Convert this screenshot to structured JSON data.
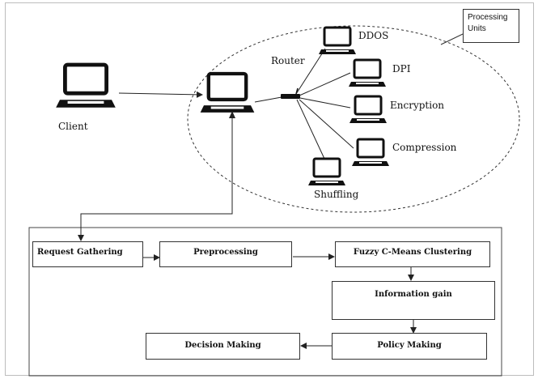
{
  "network": {
    "client_label": "Client",
    "router_label": "Router",
    "processing_units_note": [
      "Processing",
      "Units"
    ],
    "units": {
      "ddos": "DDOS",
      "dpi": "DPI",
      "encryption": "Encryption",
      "compression": "Compression",
      "shuffling": "Shuffling"
    }
  },
  "pipeline": {
    "request_gathering": "Request Gathering",
    "preprocessing": "Preprocessing",
    "fuzzy": "Fuzzy C-Means Clustering",
    "information_gain": "Information gain",
    "policy_making": "Policy Making",
    "decision_making": "Decision Making"
  }
}
